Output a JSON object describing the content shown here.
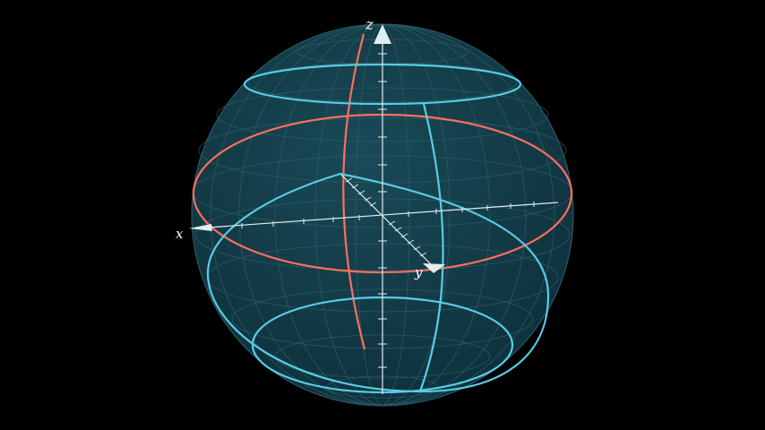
{
  "scene": {
    "background_color": "#000000",
    "sphere_fill_color": "#123a47",
    "sphere_grid_color": "#2c5f6b",
    "axis_color": "#dfeef0",
    "curve_colors": {
      "cyan": "#58cde6",
      "coral": "#ff6f5e"
    }
  },
  "axes": {
    "z_label": "z",
    "x_label": "x",
    "y_label": "y"
  }
}
